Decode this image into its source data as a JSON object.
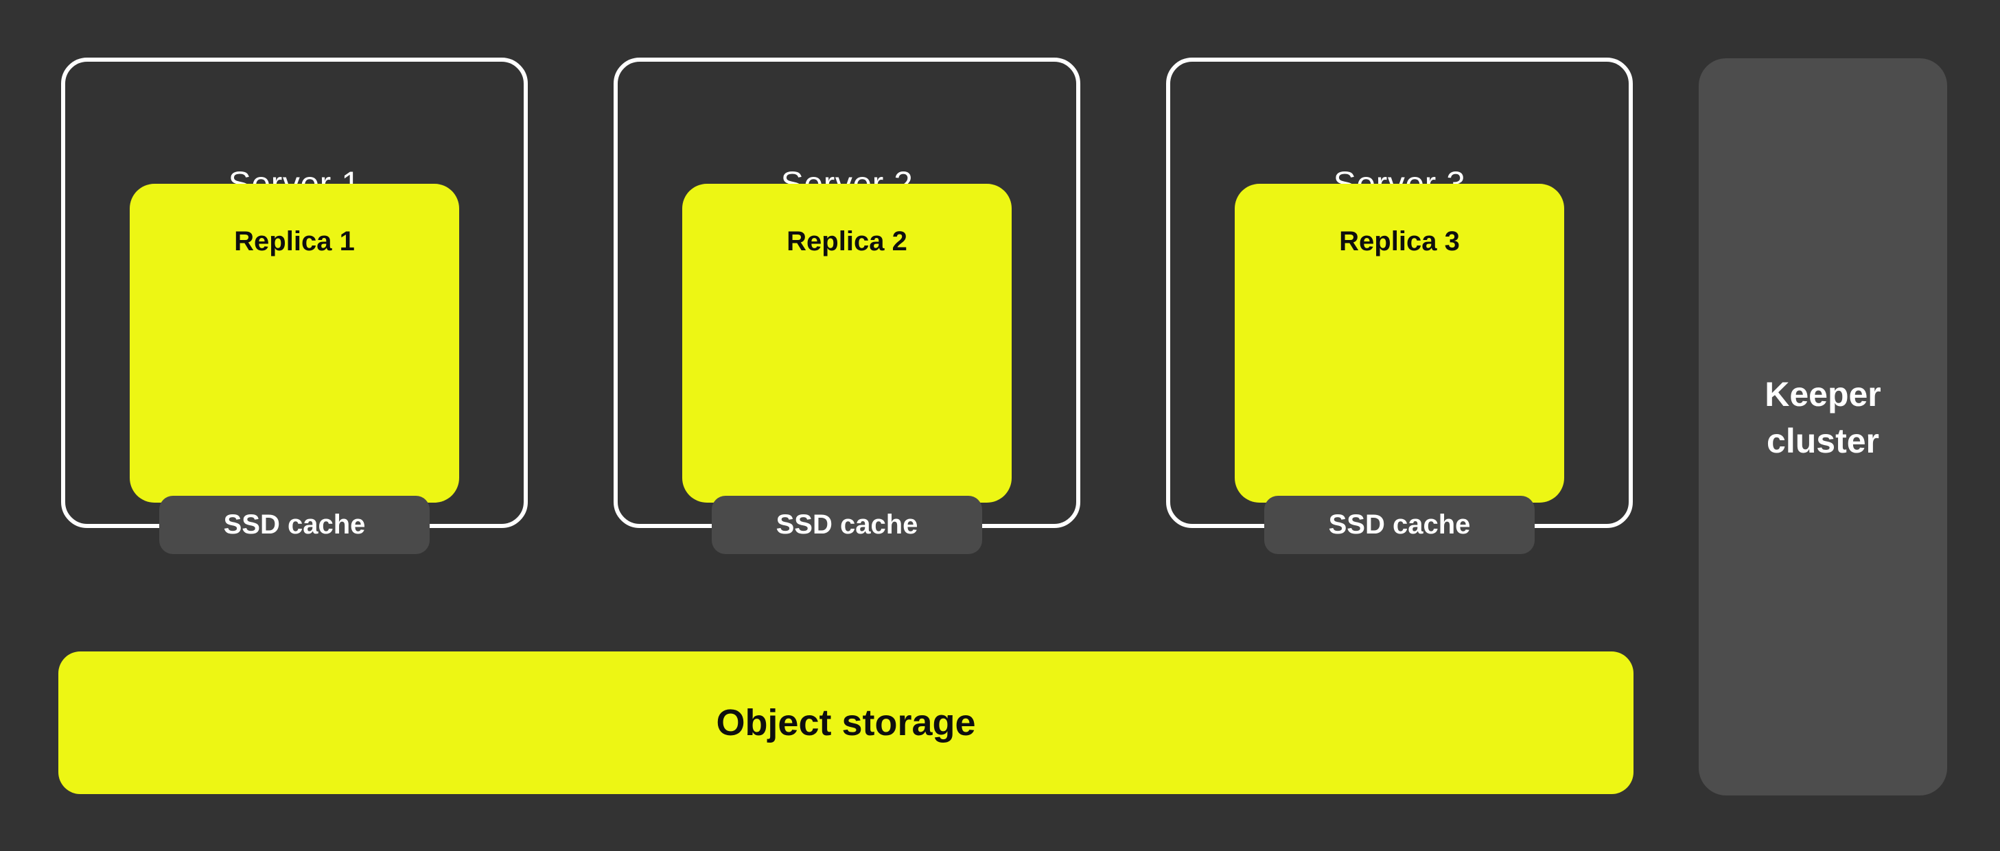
{
  "colors": {
    "background": "#333333",
    "accent_yellow": "#edf614",
    "badge_gray": "#4a4a4a",
    "keeper_gray": "#4d4d4d",
    "stroke_white": "#ffffff",
    "text_black": "#0e0e0e"
  },
  "servers": [
    {
      "title": "Server 1",
      "replica_label": "Replica 1",
      "cache_label": "SSD cache"
    },
    {
      "title": "Server 2",
      "replica_label": "Replica 2",
      "cache_label": "SSD cache"
    },
    {
      "title": "Server 3",
      "replica_label": "Replica 3",
      "cache_label": "SSD cache"
    }
  ],
  "object_storage": {
    "label": "Object storage"
  },
  "keeper_cluster": {
    "label": "Keeper cluster",
    "lines": [
      "Keeper",
      "cluster"
    ]
  }
}
